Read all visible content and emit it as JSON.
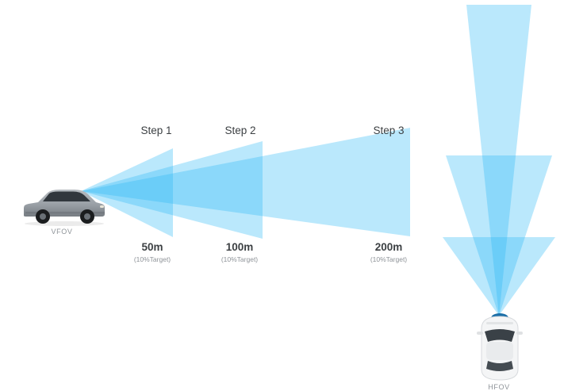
{
  "diagram": {
    "vfov": {
      "label": "VFOV"
    },
    "hfov": {
      "label": "HFOV"
    },
    "steps": [
      {
        "label": "Step 1",
        "distance": "50m",
        "target_note": "(10%Target)"
      },
      {
        "label": "Step 2",
        "distance": "100m",
        "target_note": "(10%Target)"
      },
      {
        "label": "Step 3",
        "distance": "200m",
        "target_note": "(10%Target)"
      }
    ],
    "colors": {
      "beam": "#29B6F6",
      "label_dark": "#3C4043",
      "label_grey": "#8E9398",
      "background": "#FFFFFF"
    }
  }
}
